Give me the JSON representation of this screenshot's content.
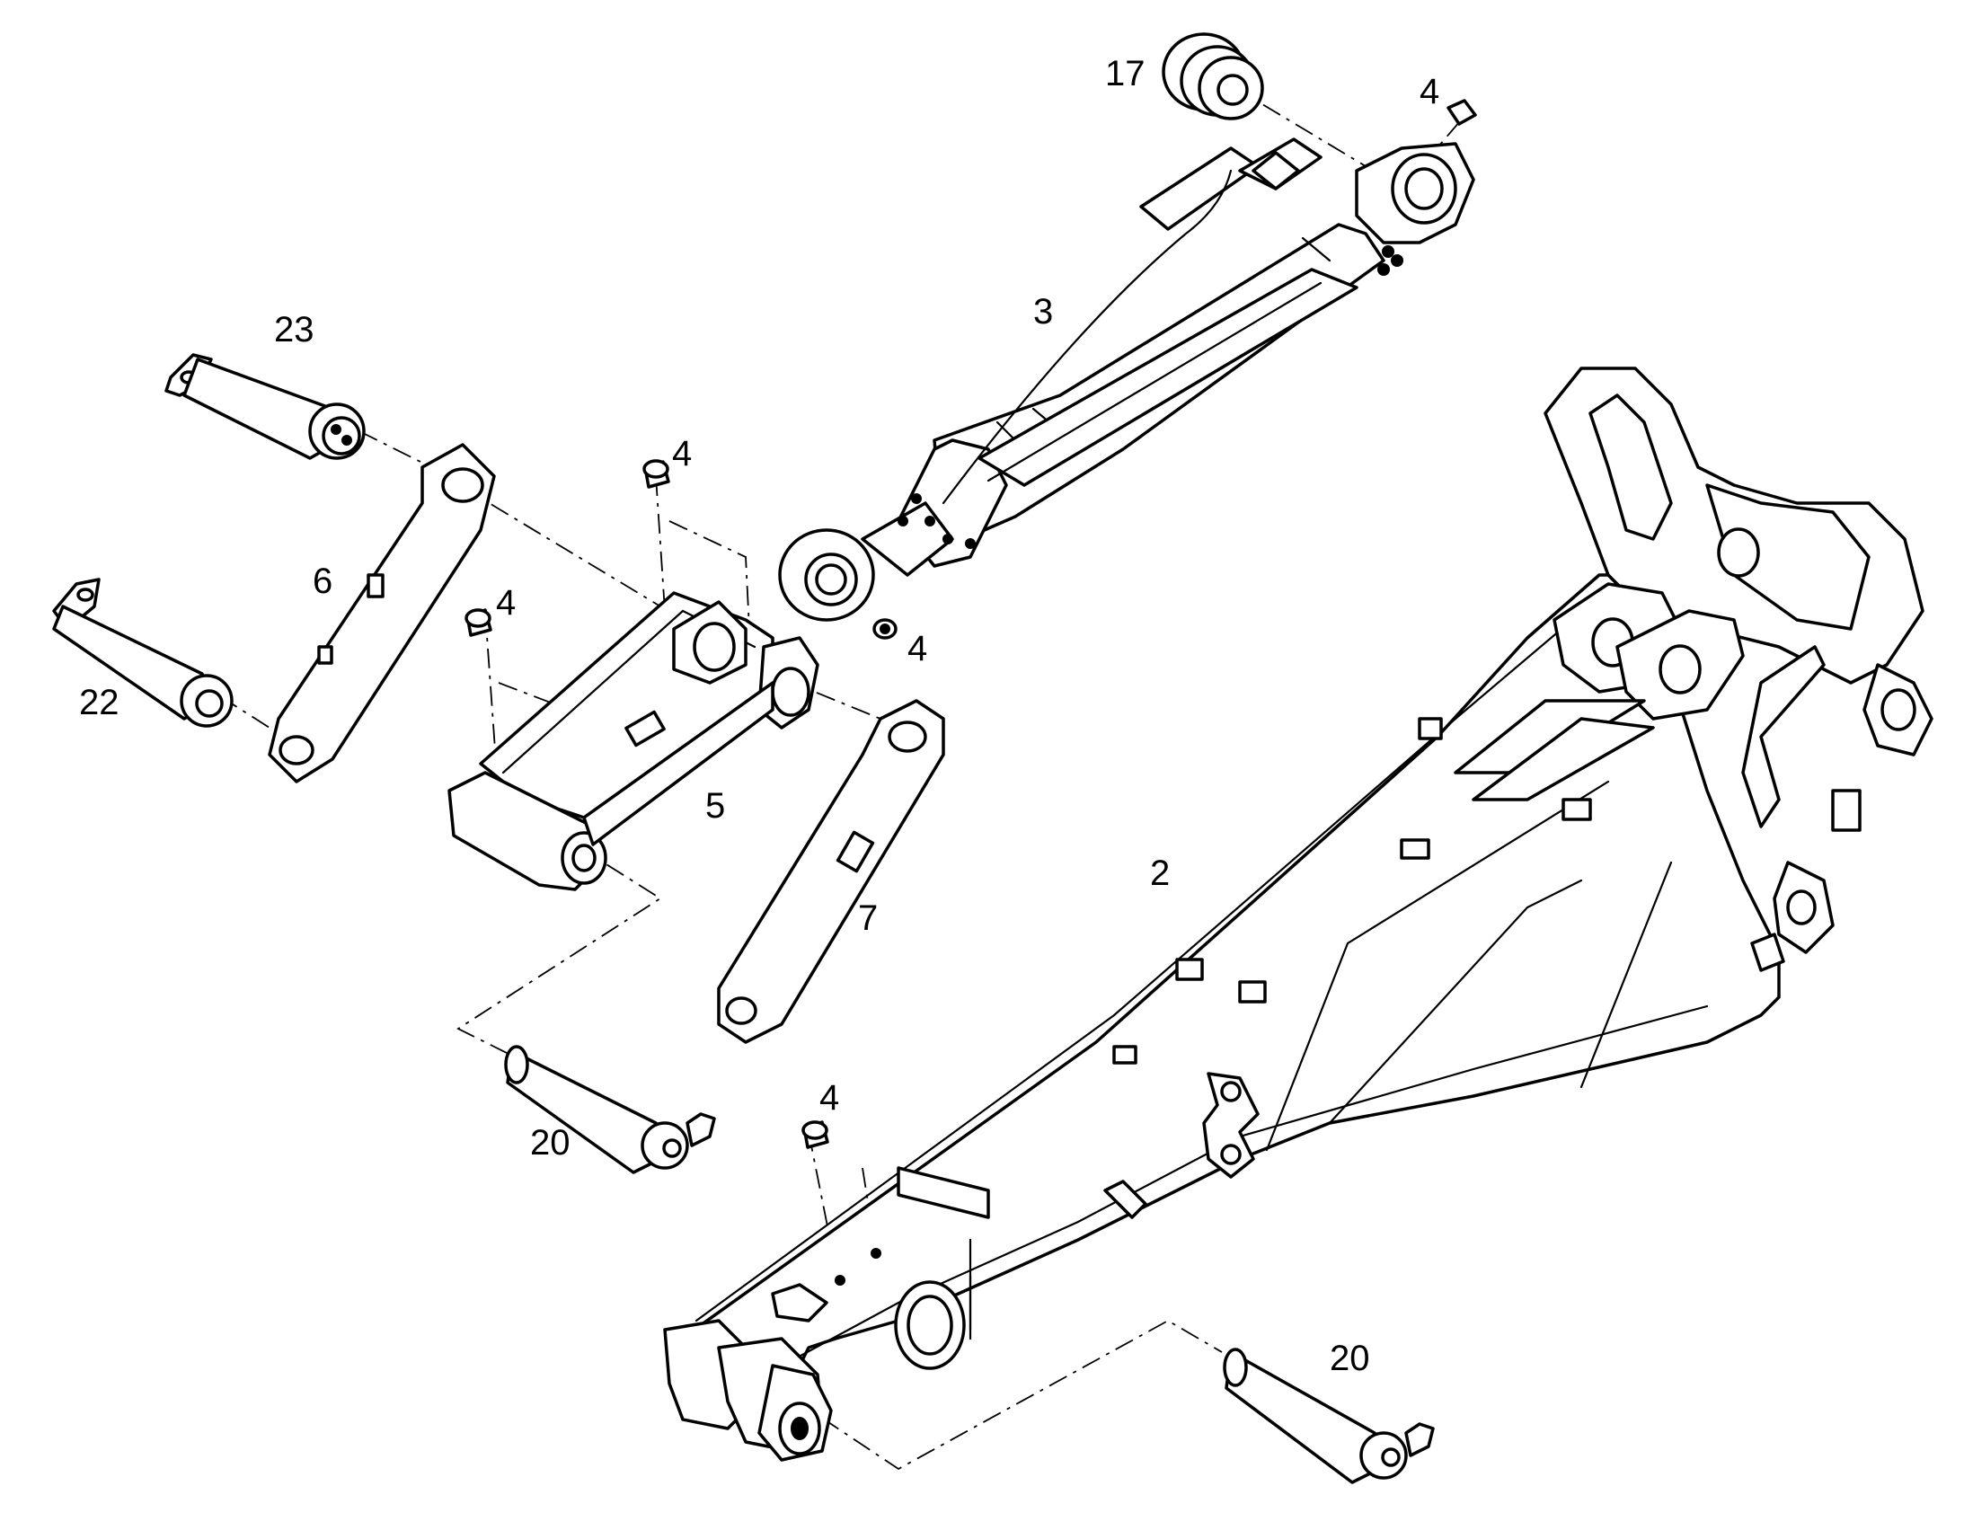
{
  "callouts": [
    {
      "id": "c17",
      "text": "17"
    },
    {
      "id": "c4a",
      "text": "4"
    },
    {
      "id": "c3",
      "text": "3"
    },
    {
      "id": "c23",
      "text": "23"
    },
    {
      "id": "c4b",
      "text": "4"
    },
    {
      "id": "c6",
      "text": "6"
    },
    {
      "id": "c4c",
      "text": "4"
    },
    {
      "id": "c4d",
      "text": "4"
    },
    {
      "id": "c22",
      "text": "22"
    },
    {
      "id": "c5",
      "text": "5"
    },
    {
      "id": "c2",
      "text": "2"
    },
    {
      "id": "c7",
      "text": "7"
    },
    {
      "id": "c4e",
      "text": "4"
    },
    {
      "id": "c20a",
      "text": "20"
    },
    {
      "id": "c20b",
      "text": "20"
    }
  ],
  "colors": {
    "line": "#000000",
    "background": "#ffffff"
  }
}
